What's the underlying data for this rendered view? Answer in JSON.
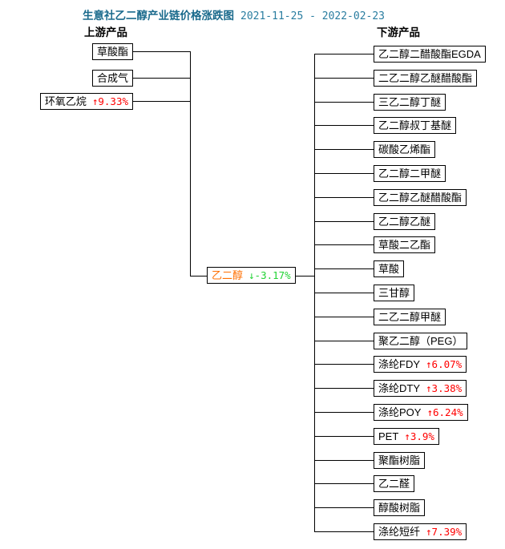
{
  "title": {
    "text": "生意社乙二醇产业链价格涨跌图",
    "date_range": "2021-11-25 - 2022-02-23"
  },
  "headers": {
    "upstream": "上游产品",
    "downstream": "下游产品"
  },
  "upstream": {
    "items": [
      {
        "label": "草酸酯",
        "change": ""
      },
      {
        "label": "合成气",
        "change": ""
      },
      {
        "label": "环氧乙烷",
        "change": "↑9.33%",
        "direction": "up"
      }
    ]
  },
  "center": {
    "label": "乙二醇",
    "change": "↓-3.17%",
    "direction": "down"
  },
  "downstream": {
    "items": [
      {
        "label": "乙二醇二醋酸酯EGDA",
        "change": ""
      },
      {
        "label": "二乙二醇乙醚醋酸酯",
        "change": ""
      },
      {
        "label": "三乙二醇丁醚",
        "change": ""
      },
      {
        "label": "乙二醇叔丁基醚",
        "change": ""
      },
      {
        "label": "碳酸乙烯酯",
        "change": ""
      },
      {
        "label": "乙二醇二甲醚",
        "change": ""
      },
      {
        "label": "乙二醇乙醚醋酸酯",
        "change": ""
      },
      {
        "label": "乙二醇乙醚",
        "change": ""
      },
      {
        "label": "草酸二乙酯",
        "change": ""
      },
      {
        "label": "草酸",
        "change": ""
      },
      {
        "label": "三甘醇",
        "change": ""
      },
      {
        "label": "二乙二醇甲醚",
        "change": ""
      },
      {
        "label": "聚乙二醇（PEG）",
        "change": ""
      },
      {
        "label": "涤纶FDY",
        "change": "↑6.07%",
        "direction": "up"
      },
      {
        "label": "涤纶DTY",
        "change": "↑3.38%",
        "direction": "up"
      },
      {
        "label": "涤纶POY",
        "change": "↑6.24%",
        "direction": "up"
      },
      {
        "label": "PET",
        "change": "↑3.9%",
        "direction": "up"
      },
      {
        "label": "聚酯树脂",
        "change": ""
      },
      {
        "label": "乙二醛",
        "change": ""
      },
      {
        "label": "醇酸树脂",
        "change": ""
      },
      {
        "label": "涤纶短纤",
        "change": "↑7.39%",
        "direction": "up"
      }
    ]
  },
  "colors": {
    "title": "#1a6a8c",
    "date": "#2a7da0",
    "up_red": "#ff0000",
    "down_green": "#22d335",
    "center_orange": "#ff6f00",
    "line": "#000000"
  }
}
